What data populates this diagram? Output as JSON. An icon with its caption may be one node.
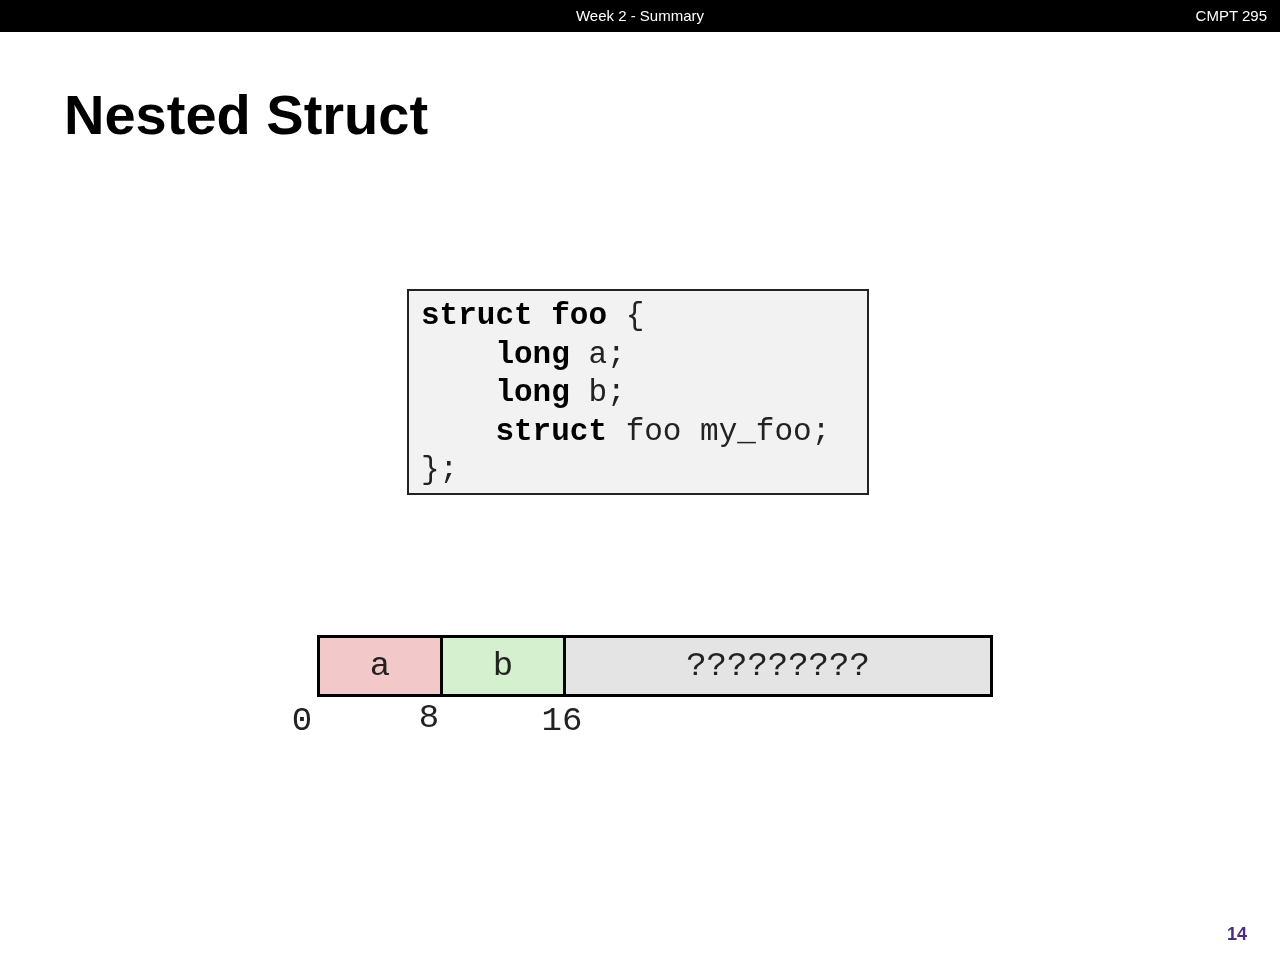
{
  "diagram": {
    "title": "Nested Struct",
    "nodes": [
      {
        "text": [
          "**struct foo** {",
          "**long** a;",
          "**long** b;",
          "**struct** foo my_foo;",
          "};"
        ]
      },
      {
        "text": [
          "a"
        ]
      },
      {
        "text": [
          "b"
        ]
      },
      {
        "text": [
          "?????????"
        ]
      }
    ],
    "labels": [
      "Week 2 - Summary",
      "CMPT 295",
      "0",
      "8",
      "16",
      "14"
    ]
  }
}
